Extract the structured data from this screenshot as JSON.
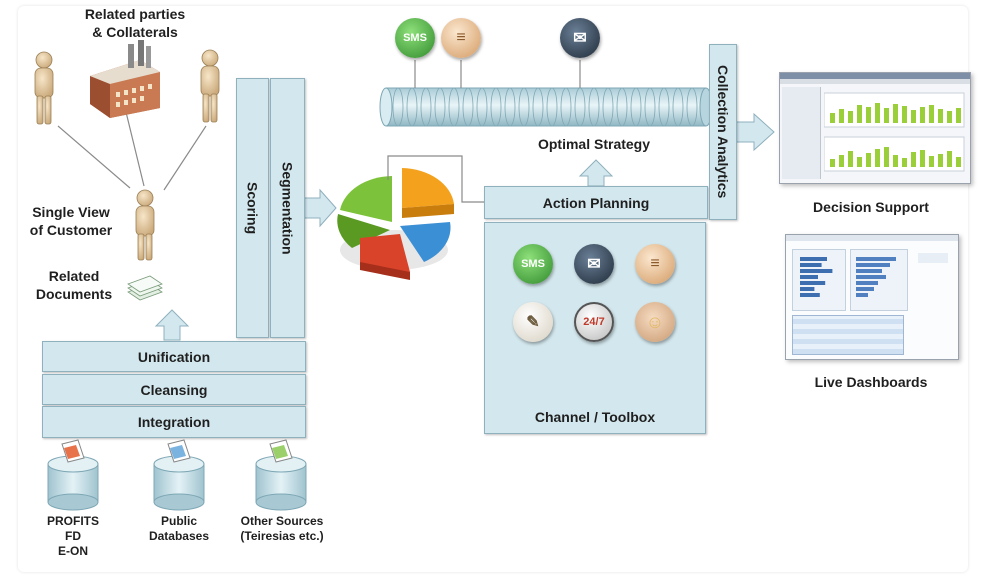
{
  "top": {
    "related_parties_line1": "Related parties",
    "related_parties_line2": "& Collaterals"
  },
  "left": {
    "single_view_line1": "Single View",
    "single_view_line2": "of Customer",
    "related_docs_line1": "Related",
    "related_docs_line2": "Documents"
  },
  "stack": {
    "unification": "Unification",
    "cleansing": "Cleansing",
    "integration": "Integration"
  },
  "vertical": {
    "scoring": "Scoring",
    "segmentation": "Segmentation",
    "collection_analytics": "Collection Analytics"
  },
  "sources": [
    {
      "line1": "PROFITS",
      "line2": "FD",
      "line3": "E-ON"
    },
    {
      "line1": "Public",
      "line2": "Databases"
    },
    {
      "line1": "Other Sources",
      "line2": "(Teiresias etc.)"
    }
  ],
  "strategy": {
    "optimal": "Optimal Strategy",
    "action_planning": "Action Planning",
    "toolbox": "Channel / Toolbox"
  },
  "icons": {
    "sms": "SMS",
    "clock": "24/7"
  },
  "outputs": {
    "decision_support": "Decision Support",
    "live_dashboards": "Live Dashboards"
  },
  "colors": {
    "box_fill": "#d3e8ee",
    "box_border": "#8fb0bd",
    "sms_green": "#3fa83b",
    "mail_dark": "#2d3a48",
    "pie_green": "#7cc23a",
    "pie_orange": "#f4a21d",
    "pie_blue": "#3b8fd4",
    "pie_red": "#d9432a"
  }
}
